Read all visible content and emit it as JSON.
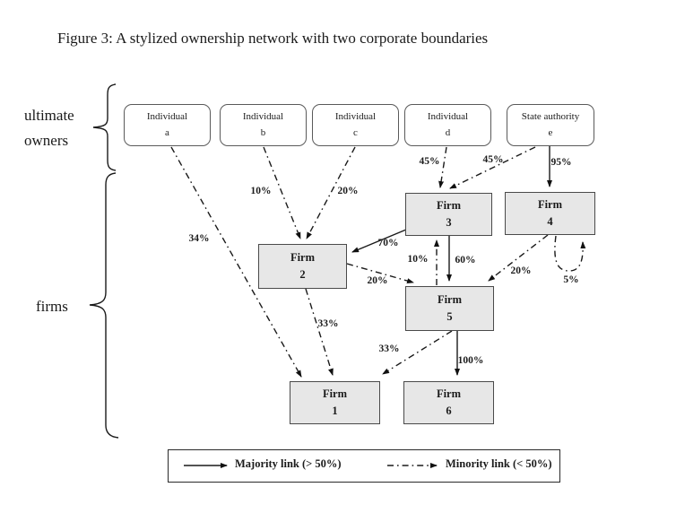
{
  "title": "Figure 3: A stylized ownership network with two corporate boundaries",
  "group_labels": {
    "ultimate_line1": "ultimate",
    "ultimate_line2": "owners",
    "firms": "firms"
  },
  "nodes": {
    "owners": [
      {
        "line1": "Individual",
        "line2": "a"
      },
      {
        "line1": "Individual",
        "line2": "b"
      },
      {
        "line1": "Individual",
        "line2": "c"
      },
      {
        "line1": "Individual",
        "line2": "d"
      },
      {
        "line1": "State authority",
        "line2": "e"
      }
    ],
    "firms": {
      "f1": {
        "line1": "Firm",
        "line2": "1"
      },
      "f2": {
        "line1": "Firm",
        "line2": "2"
      },
      "f3": {
        "line1": "Firm",
        "line2": "3"
      },
      "f4": {
        "line1": "Firm",
        "line2": "4"
      },
      "f5": {
        "line1": "Firm",
        "line2": "5"
      },
      "f6": {
        "line1": "Firm",
        "line2": "6"
      }
    }
  },
  "links": [
    {
      "from": "Individual a",
      "to": "Firm 1",
      "label": "34%",
      "type": "minority"
    },
    {
      "from": "Individual b",
      "to": "Firm 2",
      "label": "10%",
      "type": "minority"
    },
    {
      "from": "Individual c",
      "to": "Firm 2",
      "label": "20%",
      "type": "minority"
    },
    {
      "from": "Individual d",
      "to": "Firm 3",
      "label": "45%",
      "type": "minority"
    },
    {
      "from": "State authority e",
      "to": "Firm 3",
      "label": "45%",
      "type": "minority"
    },
    {
      "from": "State authority e",
      "to": "Firm 4",
      "label": "95%",
      "type": "majority"
    },
    {
      "from": "Firm 3",
      "to": "Firm 2",
      "label": "70%",
      "type": "majority"
    },
    {
      "from": "Firm 3",
      "to": "Firm 5",
      "label": "60%",
      "type": "majority"
    },
    {
      "from": "Firm 5",
      "to": "Firm 3",
      "label": "10%",
      "type": "minority"
    },
    {
      "from": "Firm 2",
      "to": "Firm 5",
      "label": "20%",
      "type": "minority"
    },
    {
      "from": "Firm 4",
      "to": "Firm 5",
      "label": "20%",
      "type": "minority"
    },
    {
      "from": "Firm 4",
      "to": "Firm 4",
      "label": "5%",
      "type": "minority"
    },
    {
      "from": "Firm 2",
      "to": "Firm 1",
      "label": "33%",
      "type": "minority"
    },
    {
      "from": "Firm 5",
      "to": "Firm 1",
      "label": "33%",
      "type": "minority"
    },
    {
      "from": "Firm 5",
      "to": "Firm 6",
      "label": "100%",
      "type": "majority"
    }
  ],
  "legend": {
    "majority_label": "Majority link (> 50%)",
    "minority_label": "Minority link (< 50%)"
  },
  "colors": {
    "firm_fill": "#e7e7e7",
    "owner_fill": "#ffffff",
    "box_border": "#4a4a4a",
    "line": "#1a1a1a"
  }
}
